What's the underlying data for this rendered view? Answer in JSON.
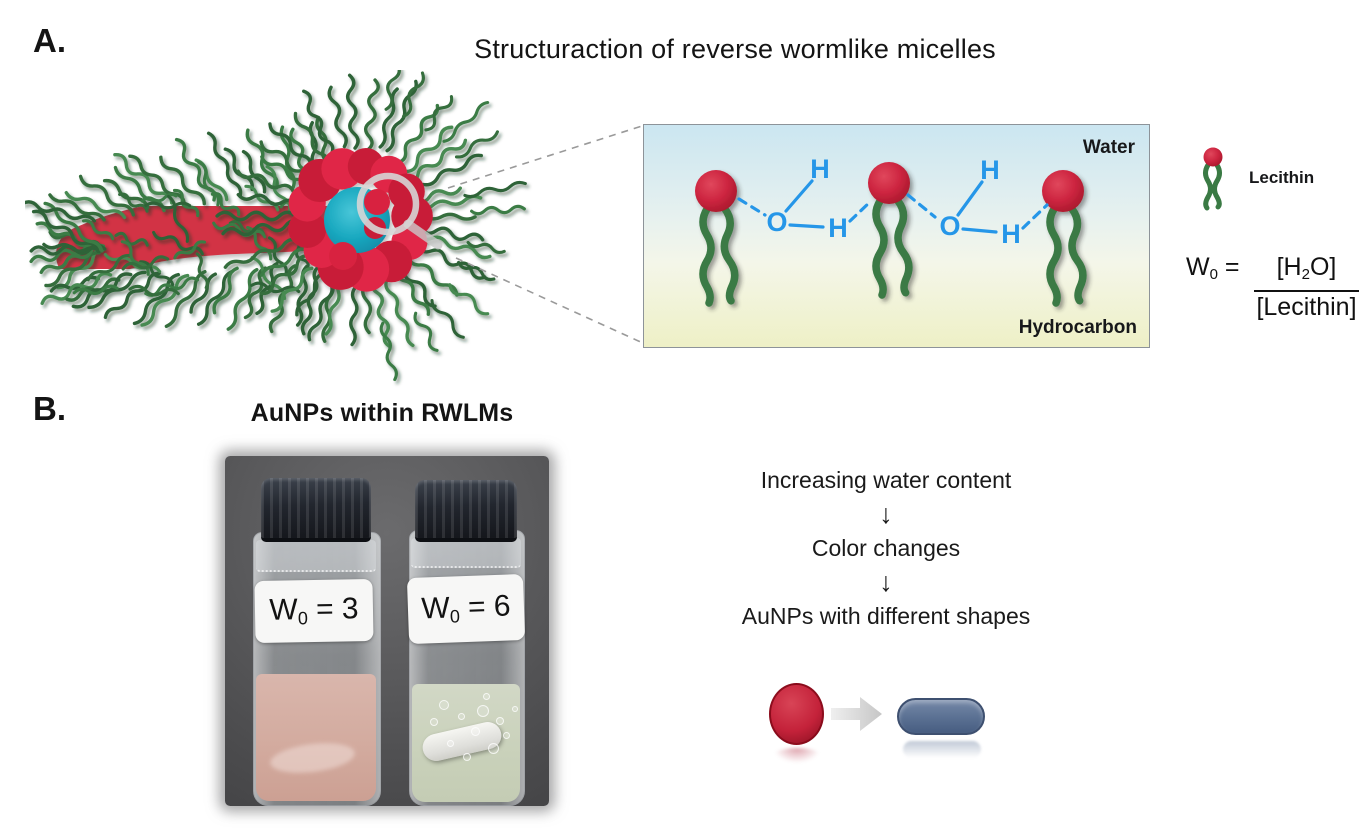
{
  "colors": {
    "head_red": "#d22b3f",
    "tail_green": "#3b7b45",
    "core_cyan": "#1aa9c0",
    "chem_blue": "#2596e8",
    "rod_blue": "#5c7294",
    "sphere_red": "#c4223a"
  },
  "panel_a": {
    "label": "A.",
    "title": "Structuraction of reverse wormlike micelles",
    "inset": {
      "water_label": "Water",
      "hydrocarbon_label": "Hydrocarbon",
      "h": "H",
      "o": "O"
    },
    "legend": {
      "lecithin_label": "Lecithin"
    },
    "formula": {
      "w": "W",
      "w_sub": "0",
      "equals": " = ",
      "numerator_pre": "[H",
      "numerator_sub": "2",
      "numerator_post": "O]",
      "denominator": "[Lecithin]"
    }
  },
  "panel_b": {
    "label": "B.",
    "title": "AuNPs within RWLMs",
    "vials": [
      {
        "base": "W",
        "sub": "0",
        "rest": " = 3"
      },
      {
        "base": "W",
        "sub": "0",
        "rest": " = 6"
      }
    ],
    "flow": [
      "Increasing water content",
      "↓",
      "Color changes",
      "↓",
      "AuNPs with different shapes"
    ]
  }
}
